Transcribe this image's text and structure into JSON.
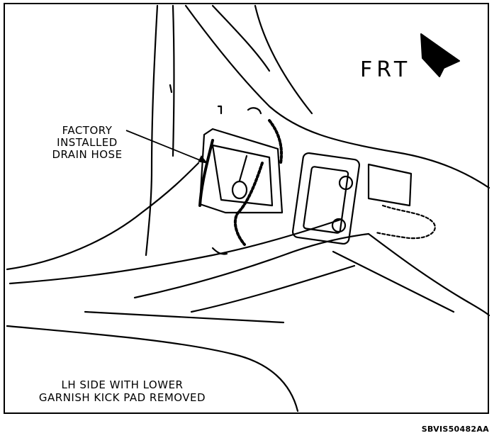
{
  "direction_label": "FRT",
  "callout": {
    "line1": "FACTORY",
    "line2": "INSTALLED",
    "line3": "DRAIN HOSE"
  },
  "caption": {
    "line1": "LH SIDE WITH LOWER",
    "line2": "GARNISH KICK PAD REMOVED"
  },
  "figure_id": "SBVIS50482AA"
}
